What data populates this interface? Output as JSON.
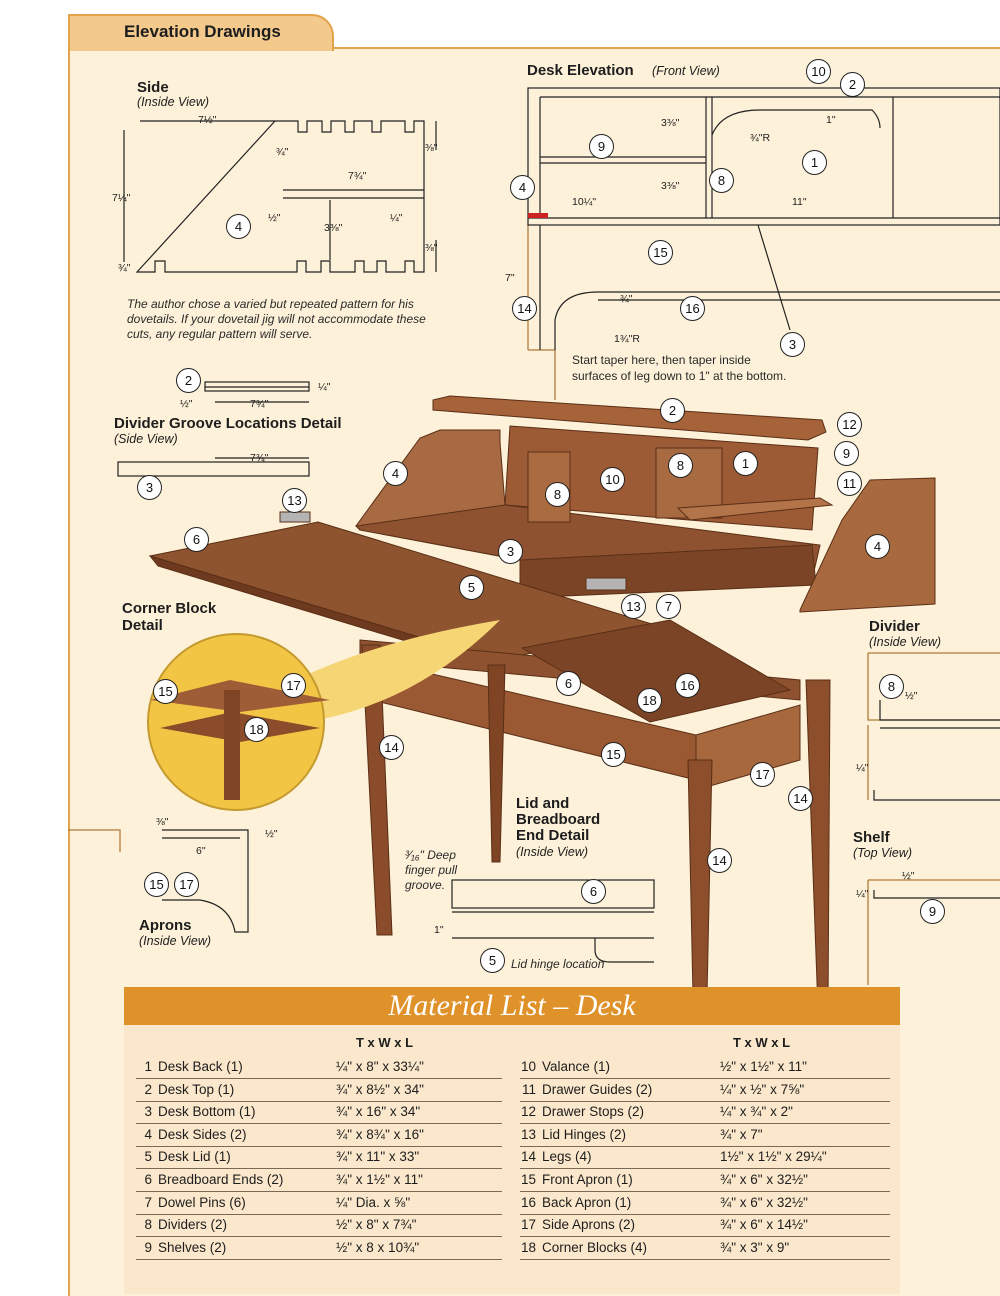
{
  "header": {
    "tab_title": "Elevation Drawings"
  },
  "views": {
    "side": {
      "title": "Side",
      "subtitle": "(Inside View)"
    },
    "desk_elevation": {
      "title": "Desk Elevation",
      "subtitle": "(Front View)"
    },
    "divider_groove": {
      "title": "Divider Groove Locations Detail",
      "subtitle": "(Side View)"
    },
    "corner_block": {
      "title_line1": "Corner Block",
      "title_line2": "Detail"
    },
    "divider": {
      "title": "Divider",
      "subtitle": "(Inside View)"
    },
    "shelf": {
      "title": "Shelf",
      "subtitle": "(Top View)"
    },
    "lid_breadboard": {
      "title_line1": "Lid and",
      "title_line2": "Breadboard",
      "title_line3": "End Detail",
      "subtitle": "(Inside View)"
    },
    "aprons": {
      "title": "Aprons",
      "subtitle": "(Inside View)"
    }
  },
  "notes": {
    "dovetail_line1": "The author chose a varied but repeated pattern for his",
    "dovetail_line2": "dovetails. If your dovetail jig will not accommodate these",
    "dovetail_line3": "cuts, any regular pattern will serve.",
    "taper_line1": "Start taper here, then taper inside",
    "taper_line2": "surfaces of leg down to 1\" at the bottom.",
    "finger_line1": "³⁄₁₆\" Deep",
    "finger_line2": "finger pull",
    "finger_line3": "groove.",
    "lid_hinge": "Lid hinge location"
  },
  "dimensions": {
    "side_width": "7½\"",
    "side_height": "7¼\"",
    "side_shelf": "7¾\"",
    "side_gap": "3⅜\"",
    "three_eighths": "⅜\"",
    "three_quarter": "¾\"",
    "half": "½\"",
    "quarter": "¼\"",
    "elev_3_3_8": "3⅜\"",
    "elev_10_1_4": "10¼\"",
    "elev_11": "11\"",
    "elev_1": "1\"",
    "elev_r_3_4": "¾\"R",
    "elev_7": "7\"",
    "elev_r_1_3_4": "1¾\"R",
    "groove_7_3_4": "7¾\"",
    "apron_6": "6\"",
    "lid_1": "1\""
  },
  "callouts_list": [
    "1",
    "2",
    "3",
    "4",
    "5",
    "6",
    "7",
    "8",
    "9",
    "10",
    "11",
    "12",
    "13",
    "14",
    "15",
    "16",
    "17",
    "18"
  ],
  "material_list": {
    "title": "Material List – Desk",
    "column_header": "T x W x L",
    "left": [
      {
        "num": "1",
        "part": "Desk Back (1)",
        "size": "¼\" x 8\" x 33¼\""
      },
      {
        "num": "2",
        "part": "Desk Top (1)",
        "size": "¾\" x 8½\" x 34\""
      },
      {
        "num": "3",
        "part": "Desk Bottom (1)",
        "size": "¾\" x 16\" x 34\""
      },
      {
        "num": "4",
        "part": "Desk Sides (2)",
        "size": "¾\" x 8¾\" x 16\""
      },
      {
        "num": "5",
        "part": "Desk Lid (1)",
        "size": "¾\" x 11\" x 33\""
      },
      {
        "num": "6",
        "part": "Breadboard Ends (2)",
        "size": "¾\" x 1½\" x 11\""
      },
      {
        "num": "7",
        "part": "Dowel Pins (6)",
        "size": "¼\" Dia. x ⅝\""
      },
      {
        "num": "8",
        "part": "Dividers (2)",
        "size": "½\" x 8\" x 7¾\""
      },
      {
        "num": "9",
        "part": "Shelves (2)",
        "size": "½\" x 8 x 10¾\""
      }
    ],
    "right": [
      {
        "num": "10",
        "part": "Valance (1)",
        "size": "½\" x 1½\" x 11\""
      },
      {
        "num": "11",
        "part": "Drawer Guides (2)",
        "size": "¼\" x ½\" x 7⅝\""
      },
      {
        "num": "12",
        "part": "Drawer Stops (2)",
        "size": "¼\" x ¾\" x 2\""
      },
      {
        "num": "13",
        "part": "Lid Hinges (2)",
        "size": "¾\" x 7\""
      },
      {
        "num": "14",
        "part": "Legs (4)",
        "size": "1½\" x 1½\" x 29¼\""
      },
      {
        "num": "15",
        "part": "Front Apron (1)",
        "size": "¾\" x 6\" x 32½\""
      },
      {
        "num": "16",
        "part": "Back Apron (1)",
        "size": "¾\" x 6\" x 32½\""
      },
      {
        "num": "17",
        "part": "Side Aprons (2)",
        "size": "¾\" x 6\" x 14½\""
      },
      {
        "num": "18",
        "part": "Corner Blocks (4)",
        "size": "¾\" x 3\" x 9\""
      }
    ]
  },
  "colors": {
    "panel": "#fdf1d9",
    "accent": "#e0922a",
    "wood": "#9c5a35",
    "wood_dark": "#6e3a1f",
    "list_bg": "#fbe8cc"
  }
}
